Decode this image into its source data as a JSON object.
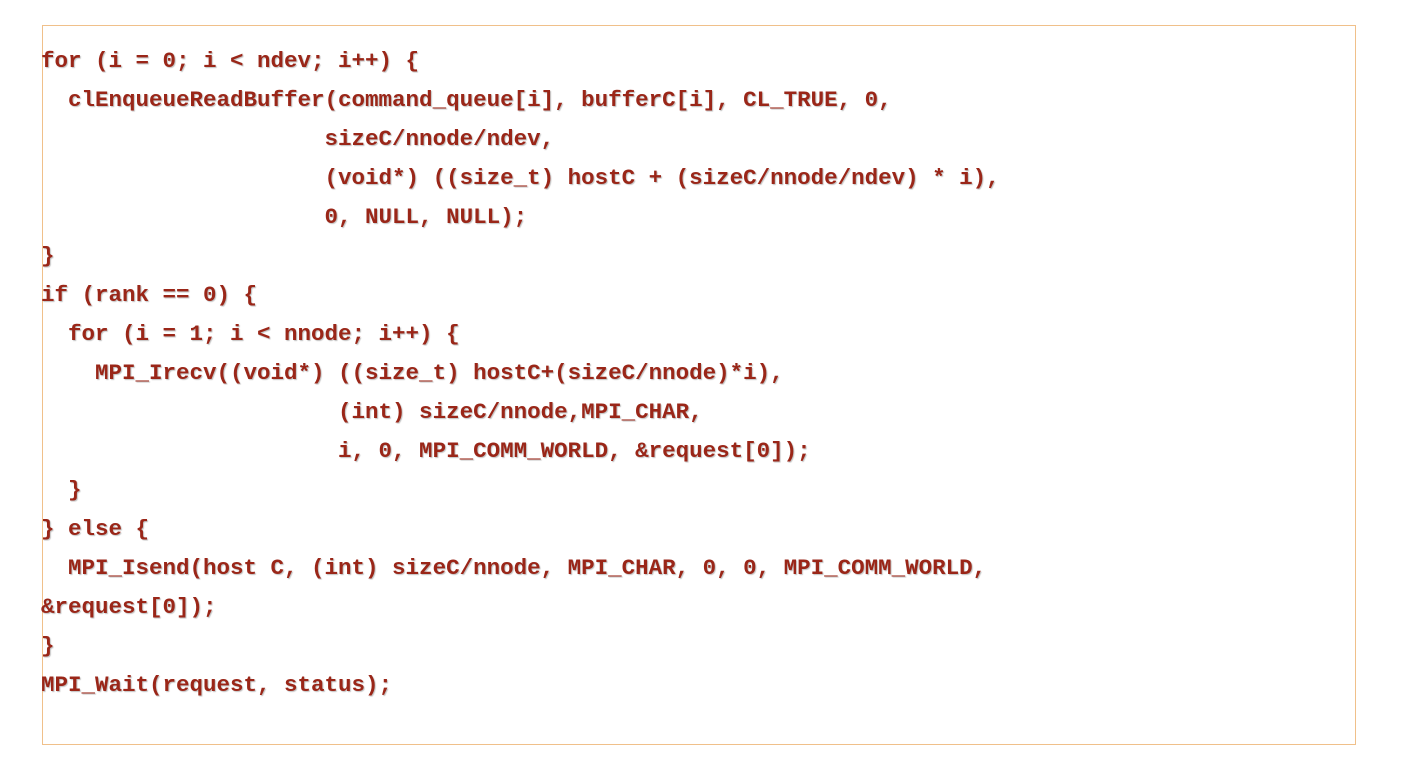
{
  "colors": {
    "code_text": "#9a2618",
    "frame_border": "#f0c08a",
    "background": "#ffffff"
  },
  "code": {
    "lines": [
      "for (i = 0; i < ndev; i++) {",
      "  clEnqueueReadBuffer(command_queue[i], bufferC[i], CL_TRUE, 0,",
      "                     sizeC/nnode/ndev,",
      "                     (void*) ((size_t) hostC + (sizeC/nnode/ndev) * i),",
      "                     0, NULL, NULL);",
      "}",
      "if (rank == 0) {",
      "  for (i = 1; i < nnode; i++) {",
      "    MPI_Irecv((void*) ((size_t) hostC+(sizeC/nnode)*i),",
      "                      (int) sizeC/nnode,MPI_CHAR,",
      "                      i, 0, MPI_COMM_WORLD, &request[0]);",
      "  }",
      "} else {",
      "  MPI_Isend(host C, (int) sizeC/nnode, MPI_CHAR, 0, 0, MPI_COMM_WORLD,",
      "&request[0]);",
      "}",
      "MPI_Wait(request, status);"
    ]
  }
}
